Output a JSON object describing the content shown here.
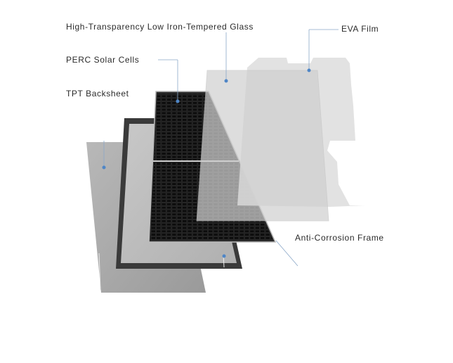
{
  "labels": {
    "glass": "High-Transparency Low Iron-Tempered Glass",
    "perc": "PERC Solar Cells",
    "tpt": "TPT Backsheet",
    "eva": "EVA Film",
    "frame": "Anti-Corrosion Frame"
  },
  "colors": {
    "backsheet": "#a8a8a8",
    "frame": "#3c3c3c",
    "cells": "#151515",
    "glass": "#d2d2d2",
    "eva": "#dcdcdc",
    "leader": "#4f86c6"
  },
  "cell_grid": {
    "columns": 10,
    "rows_per_half": 24
  }
}
